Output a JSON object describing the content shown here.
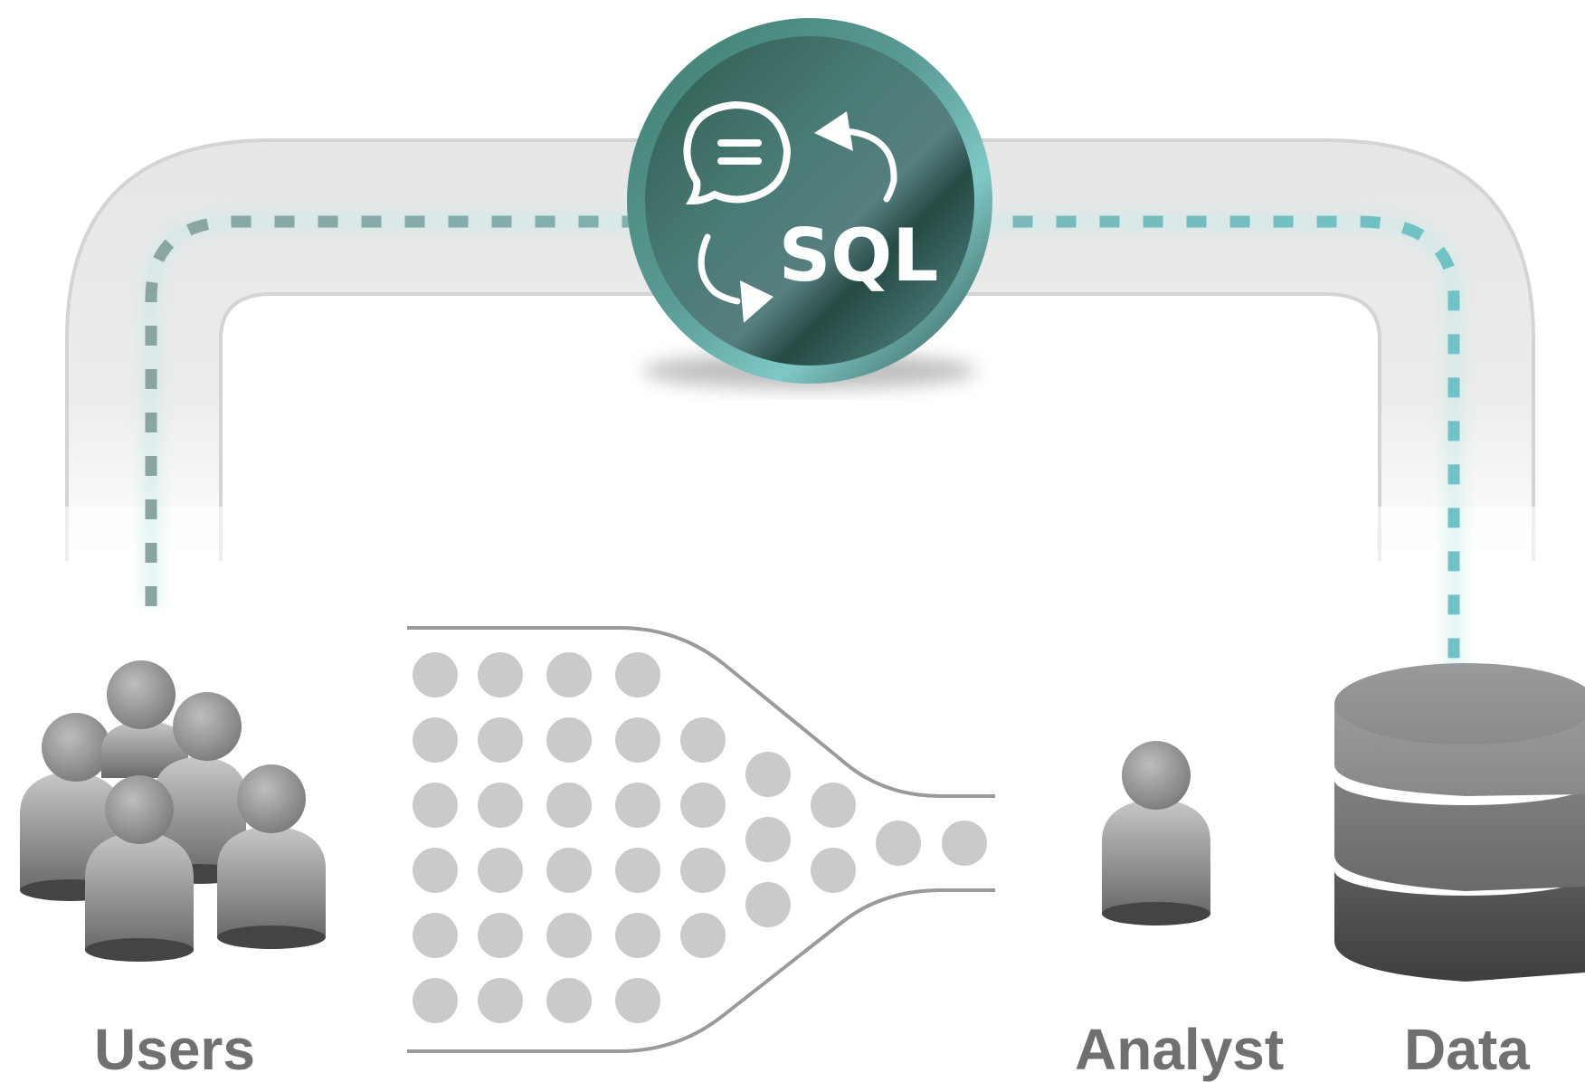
{
  "diagram": {
    "hub": {
      "text": "SQL",
      "icons": [
        "chat-bubble-icon",
        "cycle-arrows-icon"
      ]
    },
    "nodes": {
      "users": {
        "label": "Users",
        "icon": "user-group-icon"
      },
      "analyst": {
        "label": "Analyst",
        "icon": "person-icon"
      },
      "data": {
        "label": "Data",
        "icon": "database-icon"
      }
    },
    "funnel": {
      "icon": "funnel-dots-icon"
    },
    "colors": {
      "pipe": "#e6e6e6",
      "dash_left": "#8aa5a1",
      "dash_right": "#6fc3c6",
      "hub_dark": "#2f5a52",
      "hub_light": "#7cc6c3",
      "dot": "#cacaca",
      "label": "#707070"
    }
  }
}
